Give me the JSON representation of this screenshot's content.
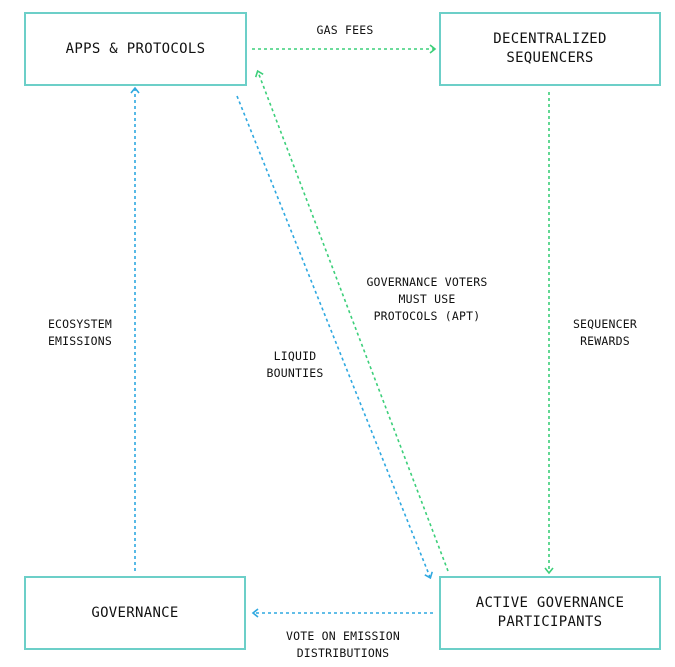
{
  "nodes": {
    "apps": [
      "APPS & PROTOCOLS"
    ],
    "sequencers": [
      "DECENTRALIZED",
      "SEQUENCERS"
    ],
    "governance": [
      "GOVERNANCE"
    ],
    "participants": [
      "ACTIVE GOVERNANCE",
      "PARTICIPANTS"
    ]
  },
  "edges": {
    "gas_fees": [
      "GAS FEES"
    ],
    "sequencer_rewards": [
      "SEQUENCER",
      "REWARDS"
    ],
    "vote_emission": [
      "VOTE ON EMISSION",
      "DISTRIBUTIONS"
    ],
    "ecosystem_emissions": [
      "ECOSYSTEM",
      "EMISSIONS"
    ],
    "liquid_bounties": [
      "LIQUID",
      "BOUNTIES"
    ],
    "governance_voters": [
      "GOVERNANCE VOTERS",
      "MUST USE",
      "PROTOCOLS (APT)"
    ]
  },
  "colors": {
    "box_border": "#6ccfc8",
    "green_arrow": "#3ccf7a",
    "blue_arrow": "#2fa8e0"
  }
}
